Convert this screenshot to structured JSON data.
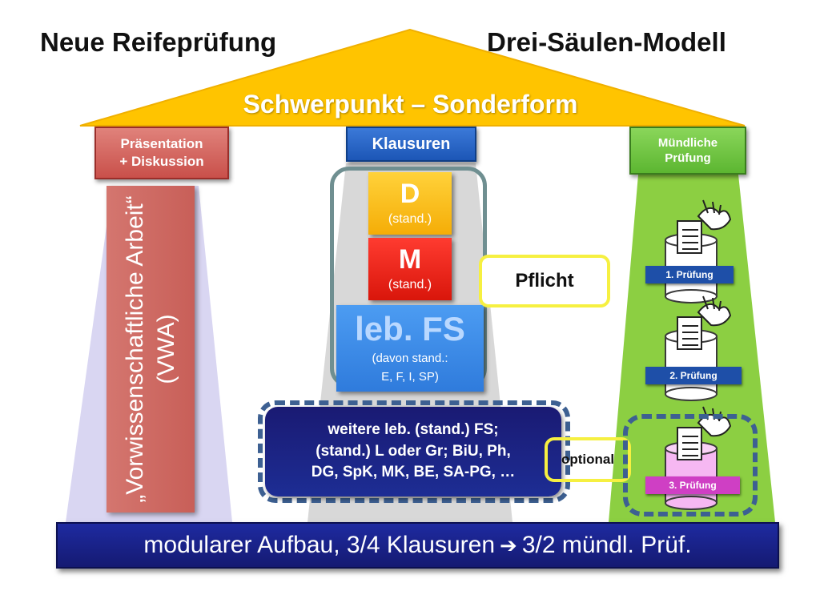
{
  "header": {
    "title_left": "Neue Reifeprüfung",
    "title_right": "Drei-Säulen-Modell"
  },
  "roof": {
    "label": "Schwerpunkt – Sonderform"
  },
  "left_pillar": {
    "header": "Präsentation\n+ Diskussion",
    "vertical_text": "„Vorwissenschaftliche Arbeit“ (VWA)"
  },
  "center_pillar": {
    "header": "Klausuren",
    "d": {
      "big": "D",
      "small": "(stand.)"
    },
    "m": {
      "big": "M",
      "small": "(stand.)"
    },
    "fs": {
      "big": "leb. FS",
      "small_1": "(davon stand.:",
      "small_2": "E, F, I, SP)"
    },
    "weitere": "weitere leb. (stand.) FS;\n(stand.) L oder Gr; BiU, Ph,\nDG, SpK, MK, BE, SA-PG, …"
  },
  "callouts": {
    "pflicht": "Pflicht",
    "optional": "optional"
  },
  "right_pillar": {
    "header": "Mündliche\nPrüfung",
    "exams": [
      "1. Prüfung",
      "2. Prüfung",
      "3. Prüfung"
    ]
  },
  "footer": {
    "text_before": "modularer Aufbau, 3/4 Klausuren",
    "arrow_icon": "right-arrow-icon",
    "text_after": "3/2 mündl. Prüf."
  },
  "colors": {
    "roof": "#ffc400",
    "left_column": "#d9d6f2",
    "center_column": "#d8d8d8",
    "right_column": "#8ccf42",
    "red_box": "#c9504a",
    "blue_box": "#1c56b6",
    "green_box": "#5cb631",
    "bar": "#151a72",
    "highlight": "#f6f041"
  }
}
